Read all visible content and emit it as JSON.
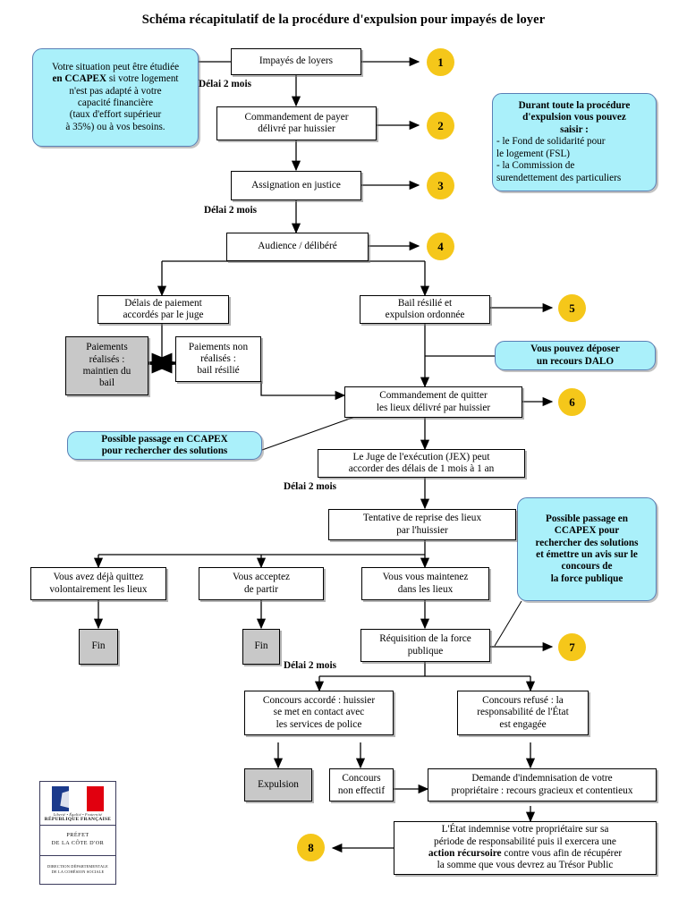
{
  "title": "Schéma récapitulatif de la procédure d'expulsion pour impayés de loyer",
  "colors": {
    "callout_fill": "#aaf0fa",
    "callout_border": "#5a7fb5",
    "circle_fill": "#f5c71a",
    "box_fill": "#ffffff",
    "box_grey_fill": "#c8c8c8",
    "line": "#000000"
  },
  "steps": [
    {
      "id": "impayes",
      "label": "Impayés de loyers"
    },
    {
      "id": "commandement",
      "label": "Commandement de payer\ndélivré par huissier"
    },
    {
      "id": "assignation",
      "label": "Assignation en justice"
    },
    {
      "id": "audience",
      "label": "Audience / délibéré"
    },
    {
      "id": "delais",
      "label": "Délais de paiement\naccordés par le juge"
    },
    {
      "id": "bail-resilie",
      "label": "Bail résilié et\nexpulsion ordonnée"
    },
    {
      "id": "paiements-ok",
      "label": "Paiements\nréalisés :\nmaintien du\nbail"
    },
    {
      "id": "paiements-non",
      "label": "Paiements non\nréalisés :\nbail résilié"
    },
    {
      "id": "quitter",
      "label": "Commandement de quitter\nles lieux délivré par huissier"
    },
    {
      "id": "jex",
      "label": "Le Juge de l'exécution (JEX) peut\naccorder des délais de 1 mois à 1 an"
    },
    {
      "id": "tentative",
      "label": "Tentative de reprise des lieux\npar l'huissier"
    },
    {
      "id": "deja-quitte",
      "label": "Vous avez déjà quittez\nvolontairement les lieux"
    },
    {
      "id": "acceptez",
      "label": "Vous acceptez\nde partir"
    },
    {
      "id": "maintenez",
      "label": "Vous vous maintenez\ndans les lieux"
    },
    {
      "id": "fin-1",
      "label": "Fin"
    },
    {
      "id": "fin-2",
      "label": "Fin"
    },
    {
      "id": "requisition",
      "label": "Réquisition de la force\npublique"
    },
    {
      "id": "concours-ok",
      "label": "Concours accordé : huissier\nse met en contact avec\nles services de police"
    },
    {
      "id": "concours-refuse",
      "label": "Concours refusé : la\nresponsabilité de l'État\nest engagée"
    },
    {
      "id": "expulsion",
      "label": "Expulsion"
    },
    {
      "id": "concours-non",
      "label": "Concours\nnon effectif"
    },
    {
      "id": "indemnisation",
      "label": "Demande d'indemnisation de votre\npropriétaire : recours gracieux et contentieux"
    }
  ],
  "final_box": {
    "line1": "L'État indemnise votre propriétaire sur sa",
    "line2": "période de responsabilité puis il exercera une",
    "line3_bold": "action récursoire",
    "line3_rest": " contre vous afin de récupérer",
    "line4": "la somme que vous devrez au Trésor Public"
  },
  "callouts": {
    "ccapex_top": "Votre situation peut être étudiée\nen CCAPEX si votre logement\nn'est pas adapté à votre\ncapacité financière\n(taux d'effort supérieur\nà 35%) ou à vos besoins.",
    "ccapex_top_plain_1": "Votre situation peut être étudiée",
    "ccapex_top_bold": "en CCAPEX",
    "ccapex_top_plain_2": " si votre logement",
    "ccapex_top_rest": "n'est pas adapté à votre\ncapacité financière\n(taux d'effort supérieur\nà 35%) ou à vos besoins.",
    "durant_heading": "Durant toute la procédure\nd'expulsion vous pouvez\nsaisir :",
    "durant_item1": "- le Fond de solidarité pour",
    "durant_item2": "le logement (FSL)",
    "durant_item3": "- la Commission de",
    "durant_item4": "surendettement des particuliers",
    "dalo": "Vous pouvez déposer\nun recours DALO",
    "ccapex_mid": "Possible passage en CCAPEX\npour rechercher des solutions",
    "ccapex_right": "Possible passage en\nCCAPEX pour\nrechercher des solutions\net émettre un avis sur le\nconcours de\nla force publique"
  },
  "delais": [
    {
      "id": "delai-1",
      "label": "Délai 2 mois"
    },
    {
      "id": "delai-2",
      "label": "Délai 2 mois"
    },
    {
      "id": "delai-3",
      "label": "Délai 2 mois"
    },
    {
      "id": "delai-4",
      "label": "Délai 2 mois"
    }
  ],
  "markers": [
    "1",
    "2",
    "3",
    "4",
    "5",
    "6",
    "7",
    "8"
  ],
  "logo": {
    "devise": "Liberté • Égalité • Fraternité",
    "republique": "RÉPUBLIQUE FRANÇAISE",
    "prefet_line1": "PRÉFET",
    "prefet_line2": "DE LA CÔTE D'OR",
    "service_line1": "DIRECTION DÉPARTEMENTALE",
    "service_line2": "DE LA COHÉSION SOCIALE"
  }
}
